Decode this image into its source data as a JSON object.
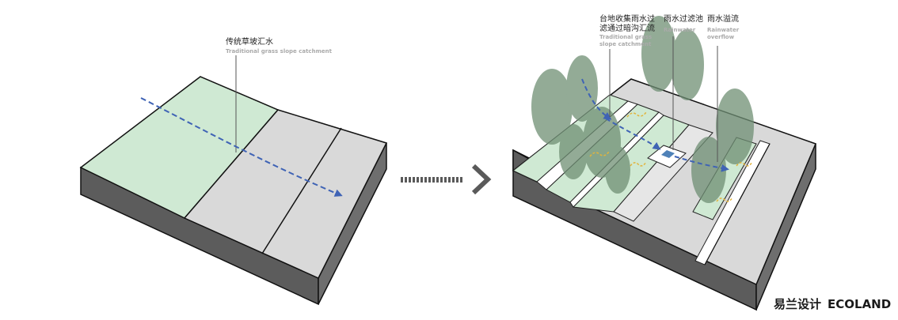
{
  "left_label": {
    "cn": "传统草坡汇水",
    "en": "Traditional grass slope catchment"
  },
  "right_labels": [
    {
      "cn_lines": [
        "台地收集雨水过",
        "滤通过暗沟汇流"
      ],
      "en_lines": [
        "Traditional grass",
        "slope catchment"
      ]
    },
    {
      "cn_lines": [
        "雨水过滤池"
      ],
      "en_lines": [
        "Rainwater"
      ]
    },
    {
      "cn_lines": [
        "雨水溢流"
      ],
      "en_lines": [
        "Rainwater",
        "overflow"
      ]
    }
  ],
  "logo": {
    "cn": "易兰设计",
    "en": "ECOLAND"
  },
  "colors": {
    "grass": "#cfe9d3",
    "paving": "#d9d9d9",
    "side": "#5c5c5c",
    "flow_arrow": "#3f63b5",
    "tree": "#6f8f74",
    "water_swirl": "#e2b43c",
    "arrow_transition": "#5a5a5a"
  }
}
